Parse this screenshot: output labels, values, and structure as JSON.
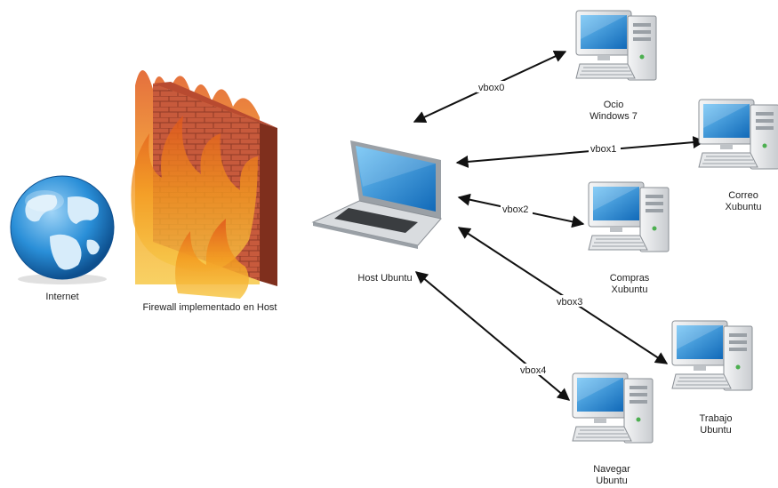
{
  "colors": {
    "background": "#ffffff",
    "line": "#111111",
    "screen": "#1e90d6",
    "case": "#e2e4e6",
    "brick": "#c8553a",
    "flame": "#f6a21e",
    "globe_sea": "#2a8fd8",
    "globe_land": "#cfe6f6"
  },
  "nodes": {
    "internet": {
      "label": "Internet",
      "icon": "globe-icon"
    },
    "firewall": {
      "label": "Firewall implementado en Host",
      "icon": "firewall-icon"
    },
    "host": {
      "label": "Host Ubuntu",
      "icon": "laptop-icon"
    },
    "ocio": {
      "label_1": "Ocio",
      "label_2": "Windows 7",
      "icon": "desktop-computer-icon"
    },
    "correo": {
      "label_1": "Correo",
      "label_2": "Xubuntu",
      "icon": "desktop-computer-icon"
    },
    "compras": {
      "label_1": "Compras",
      "label_2": "Xubuntu",
      "icon": "desktop-computer-icon"
    },
    "trabajo": {
      "label_1": "Trabajo",
      "label_2": "Ubuntu",
      "icon": "desktop-computer-icon"
    },
    "navegar": {
      "label_1": "Navegar",
      "label_2": "Ubuntu",
      "icon": "desktop-computer-icon"
    }
  },
  "links": {
    "vbox0": "vbox0",
    "vbox1": "vbox1",
    "vbox2": "vbox2",
    "vbox3": "vbox3",
    "vbox4": "vbox4"
  }
}
